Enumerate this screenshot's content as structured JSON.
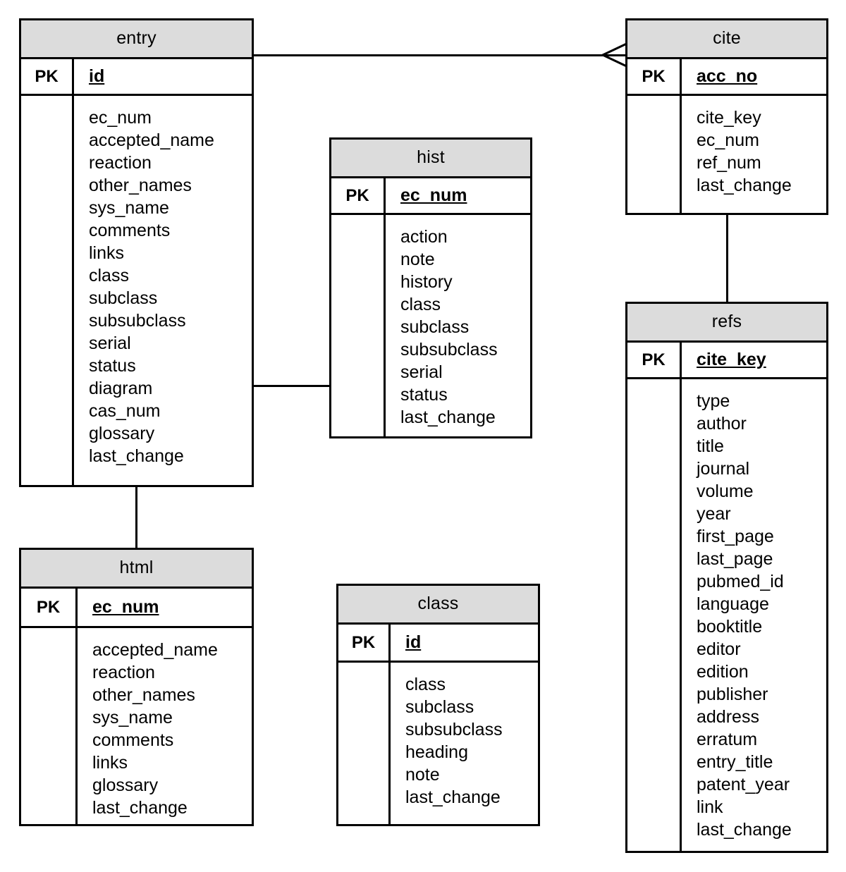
{
  "diagram": {
    "type": "entity-relationship-diagram",
    "key_label": "PK",
    "colors": {
      "title_background": "#dcdcdc",
      "border": "#000000",
      "body_background": "#ffffff",
      "text": "#000000"
    }
  },
  "tables": {
    "entry": {
      "name": "entry",
      "key_label": "PK",
      "primary_key": "id",
      "attributes": [
        "ec_num",
        "accepted_name",
        "reaction",
        "other_names",
        "sys_name",
        "comments",
        "links",
        "class",
        "subclass",
        "subsubclass",
        "serial",
        "status",
        "diagram",
        "cas_num",
        "glossary",
        "last_change"
      ]
    },
    "cite": {
      "name": "cite",
      "key_label": "PK",
      "primary_key": "acc_no",
      "attributes": [
        "cite_key",
        "ec_num",
        "ref_num",
        "last_change"
      ]
    },
    "hist": {
      "name": "hist",
      "key_label": "PK",
      "primary_key": "ec_num",
      "attributes": [
        "action",
        "note",
        "history",
        "class",
        "subclass",
        "subsubclass",
        "serial",
        "status",
        "last_change"
      ]
    },
    "refs": {
      "name": "refs",
      "key_label": "PK",
      "primary_key": "cite_key",
      "attributes": [
        "type",
        "author",
        "title",
        "journal",
        "volume",
        "year",
        "first_page",
        "last_page",
        "pubmed_id",
        "language",
        "booktitle",
        "editor",
        "edition",
        "publisher",
        "address",
        "erratum",
        "entry_title",
        "patent_year",
        "link",
        "last_change"
      ]
    },
    "html": {
      "name": "html",
      "key_label": "PK",
      "primary_key": "ec_num",
      "attributes": [
        "accepted_name",
        "reaction",
        "other_names",
        "sys_name",
        "comments",
        "links",
        "glossary",
        "last_change"
      ]
    },
    "class": {
      "name": "class",
      "key_label": "PK",
      "primary_key": "id",
      "attributes": [
        "class",
        "subclass",
        "subsubclass",
        "heading",
        "note",
        "last_change"
      ]
    }
  },
  "relationships": [
    {
      "id": "entry-cite",
      "from": "entry",
      "to": "cite",
      "marker": "crows-foot-many"
    },
    {
      "id": "entry-hist",
      "from": "entry",
      "to": "hist",
      "marker": "plain"
    },
    {
      "id": "entry-html",
      "from": "entry",
      "to": "html",
      "marker": "plain"
    },
    {
      "id": "cite-refs",
      "from": "cite",
      "to": "refs",
      "marker": "plain"
    }
  ]
}
